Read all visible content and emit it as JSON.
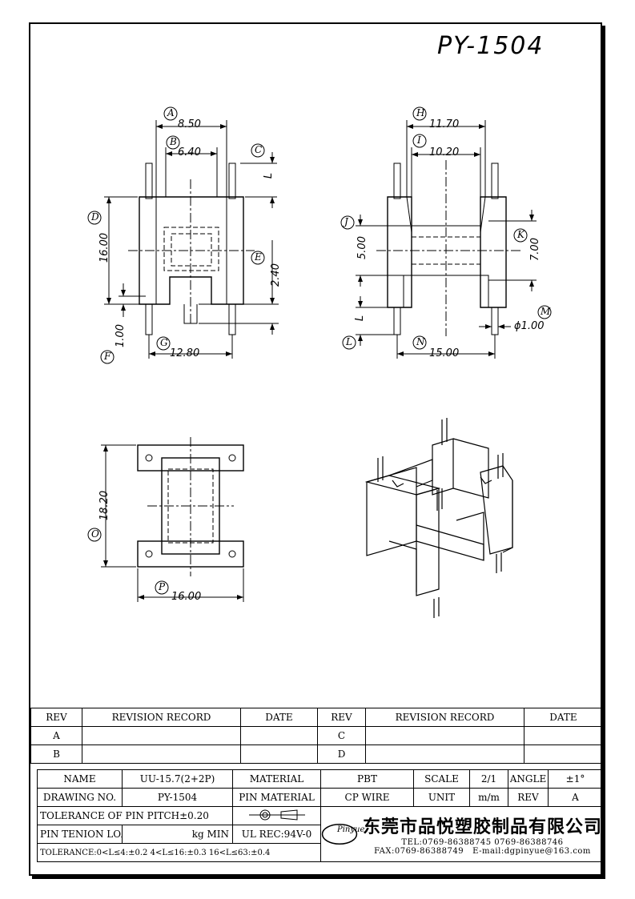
{
  "title": "PY-1504",
  "dimensions": {
    "A": "8.50",
    "B": "6.40",
    "C": "L",
    "D": "16.00",
    "E": "2.40",
    "F": "1.00",
    "G": "12.80",
    "H": "11.70",
    "I": "10.20",
    "J": "5.00",
    "K": "7.00",
    "L": "L",
    "M": "ϕ1.00",
    "N": "15.00",
    "O": "18.20",
    "P": "16.00"
  },
  "callouts": [
    "A",
    "B",
    "C",
    "D",
    "E",
    "F",
    "G",
    "H",
    "I",
    "J",
    "K",
    "L",
    "M",
    "N",
    "O",
    "P"
  ],
  "revision_table": {
    "headers": [
      "REV",
      "REVISION RECORD",
      "DATE",
      "REV",
      "REVISION RECORD",
      "DATE"
    ],
    "rows": [
      [
        "A",
        "",
        "",
        "C",
        "",
        ""
      ],
      [
        "B",
        "",
        "",
        "D",
        "",
        ""
      ]
    ]
  },
  "info": {
    "name_label": "NAME",
    "name_value": "UU-15.7(2+2P)",
    "material_label": "MATERIAL",
    "material_value": "PBT",
    "scale_label": "SCALE",
    "scale_value": "2/1",
    "angle_label": "ANGLE",
    "angle_value": "±1°",
    "drawing_no_label": "DRAWING NO.",
    "drawing_no_value": "PY-1504",
    "pin_material_label": "PIN MATERIAL",
    "pin_material_value": "CP WIRE",
    "unit_label": "UNIT",
    "unit_value": "m/m",
    "rev_label": "REV",
    "rev_value": "A",
    "tolerance_pitch": "TOLERANCE OF PIN PITCH±0.20",
    "pin_tension_label": "PIN TENION LOAD",
    "pin_tension_value": "kg MIN",
    "ul": "UL REC:94V-0",
    "tolerance_range": "TOLERANCE:0<L≤4:±0.2  4<L≤16:±0.3  16<L≤63:±0.4"
  },
  "company": {
    "logo_text": "Pinyue",
    "name_cn": "东莞市品悦塑胶制品有限公司",
    "tel": "TEL:0769-86388745    0769-86388746",
    "fax": "FAX:0769-86388749",
    "email": "E-mail:dgpinyue@163.com"
  }
}
